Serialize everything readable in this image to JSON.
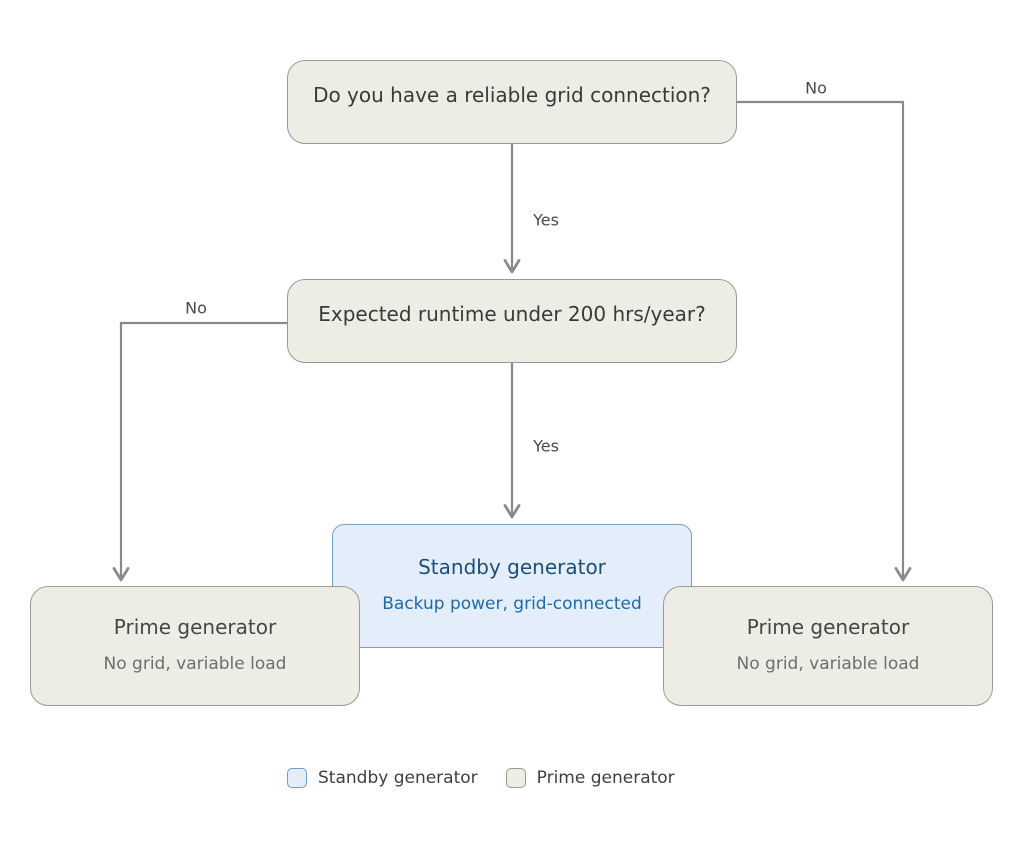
{
  "diagram": {
    "nodes": {
      "q1": {
        "label": "Do you have a reliable grid connection?"
      },
      "q2": {
        "label": "Expected runtime under 200 hrs/year?"
      },
      "standby": {
        "title": "Standby generator",
        "subtitle": "Backup power, grid-connected"
      },
      "prime_left": {
        "title": "Prime generator",
        "subtitle": "No grid, variable load"
      },
      "prime_right": {
        "title": "Prime generator",
        "subtitle": "No grid, variable load"
      }
    },
    "edges": {
      "q1_yes_label": "Yes",
      "q1_no_label": "No",
      "q2_yes_label": "Yes",
      "q2_no_label": "No"
    },
    "legend": {
      "items": [
        {
          "label": "Standby generator",
          "swatch_fill": "#e3eefa",
          "swatch_border": "#6f9fd2"
        },
        {
          "label": "Prime generator",
          "swatch_fill": "#edece5",
          "swatch_border": "#9b9b93"
        }
      ]
    },
    "colors": {
      "decision_fill": "#edece5",
      "decision_border": "#9b9b93",
      "standby_fill": "#e3eefa",
      "standby_border": "#7aa0cc",
      "standby_title_text": "#1d4f79",
      "standby_subtitle_text": "#1e6ba8",
      "prime_title_text": "#474744",
      "prime_subtitle_text": "#6e6e6a",
      "arrow": "#8a8a88",
      "background": "#ffffff"
    }
  }
}
